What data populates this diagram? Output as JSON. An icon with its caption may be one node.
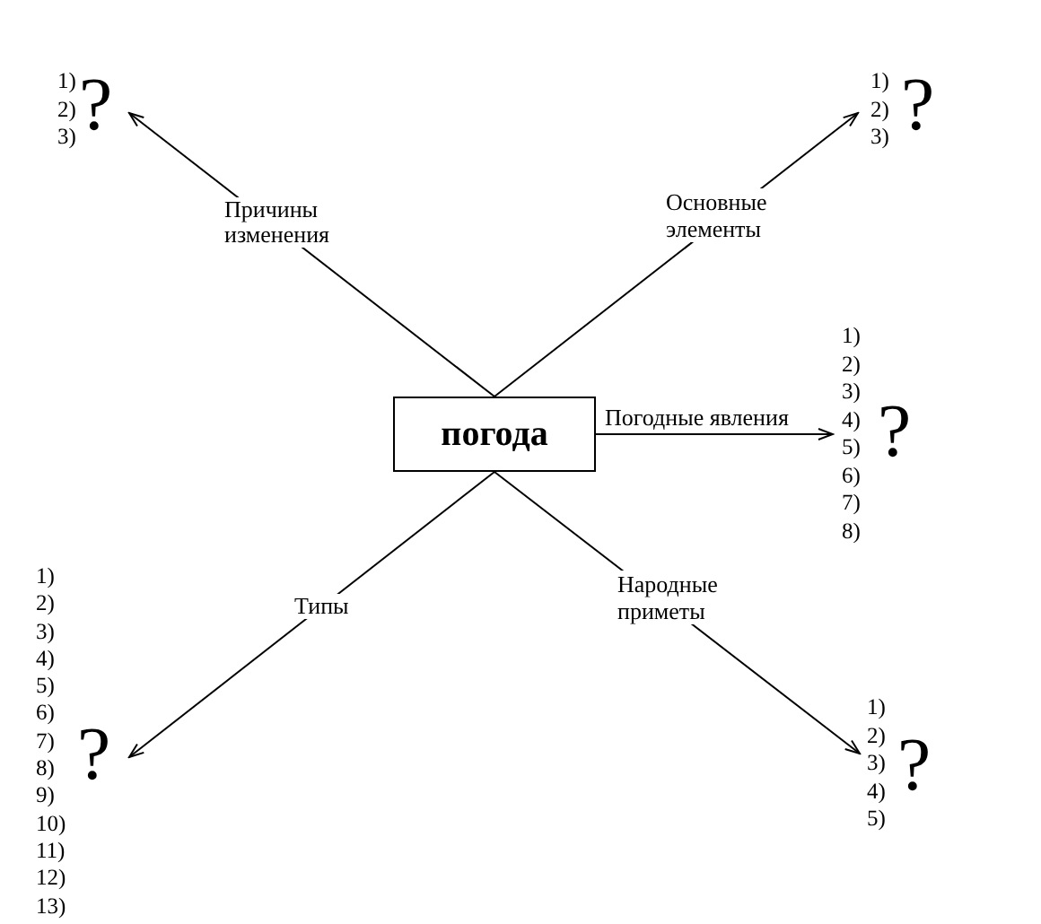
{
  "diagram": {
    "nodes": [
      {
        "text": [
          "?"
        ],
        "beside": [
          "1)",
          "2)",
          "3)"
        ]
      },
      {
        "text": [
          "?"
        ],
        "beside": [
          "1)",
          "2)",
          "3)"
        ]
      },
      {
        "text": [
          "погода"
        ]
      },
      {
        "text": [
          "?"
        ],
        "beside": [
          "1)",
          "2)",
          "3)",
          "4)",
          "5)",
          "6)",
          "7)",
          "8)"
        ]
      },
      {
        "text": [
          "?"
        ],
        "beside": [
          "1)",
          "2)",
          "3)",
          "4)",
          "5)",
          "6)",
          "7)",
          "8)",
          "9)",
          "10)",
          "11)",
          "12)",
          "13)"
        ]
      },
      {
        "text": [
          "?"
        ],
        "beside": [
          "1)",
          "2)",
          "3)",
          "4)",
          "5)"
        ]
      }
    ],
    "edges": [
      {
        "from": 2,
        "to": 0,
        "arrow": "to",
        "label": "Причины изменения"
      },
      {
        "from": 2,
        "to": 1,
        "arrow": "to",
        "label": "Основные элементы"
      },
      {
        "from": 2,
        "to": 3,
        "arrow": "to",
        "label": "Погодные явления"
      },
      {
        "from": 2,
        "to": 4,
        "arrow": "to",
        "label": "Типы"
      },
      {
        "from": 2,
        "to": 5,
        "arrow": "to",
        "label": "Народные приметы"
      }
    ]
  }
}
